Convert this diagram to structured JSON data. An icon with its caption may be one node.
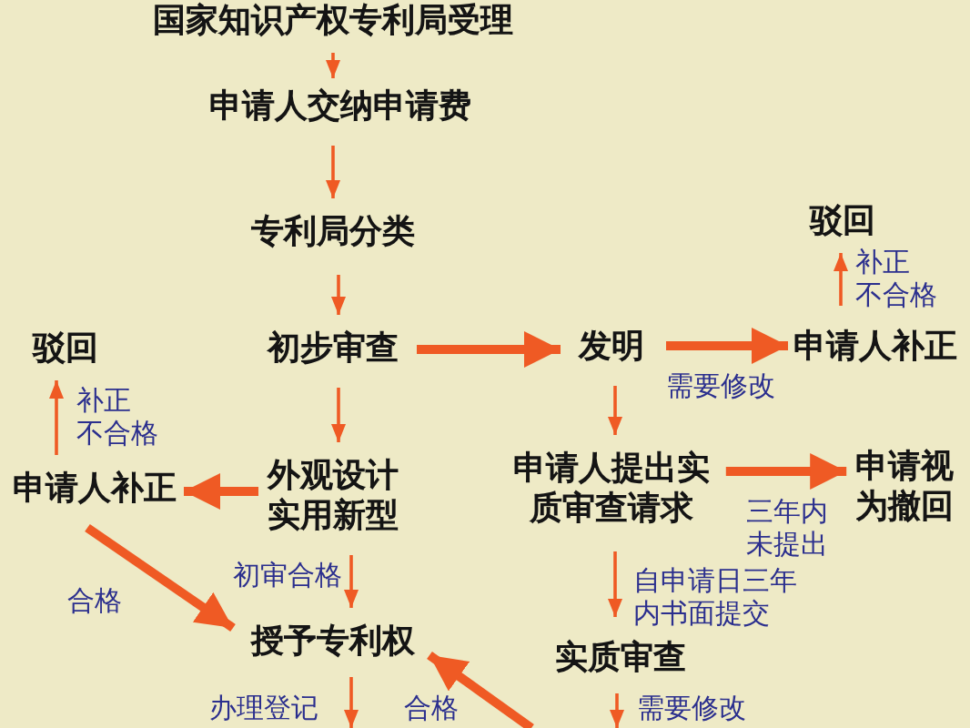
{
  "diagram": {
    "nodes": [
      {
        "text": [
          "国家知识产权专利局受理"
        ]
      },
      {
        "text": [
          "申请人交纳申请费"
        ]
      },
      {
        "text": [
          "专利局分类"
        ]
      },
      {
        "text": [
          "驳回"
        ]
      },
      {
        "text": [
          "驳回"
        ]
      },
      {
        "text": [
          "初步审查"
        ]
      },
      {
        "text": [
          "发明"
        ]
      },
      {
        "text": [
          "申请人补正"
        ]
      },
      {
        "text": [
          "申请人补正"
        ]
      },
      {
        "text": [
          "外观设计",
          "实用新型"
        ]
      },
      {
        "text": [
          "申请人提出实质审查请求"
        ]
      },
      {
        "text": [
          "申请视为撤回"
        ]
      },
      {
        "text": [
          "授予专利权"
        ]
      },
      {
        "text": [
          "实质审查"
        ]
      }
    ],
    "edges": [
      {
        "from": 0,
        "to": 1,
        "arrow": "to"
      },
      {
        "from": 1,
        "to": 2,
        "arrow": "to"
      },
      {
        "from": 2,
        "to": 5,
        "arrow": "to"
      },
      {
        "from": 5,
        "to": 6,
        "arrow": "to",
        "style": "thick"
      },
      {
        "from": 6,
        "to": 7,
        "arrow": "to",
        "style": "thick",
        "label": "需要修改"
      },
      {
        "from": 7,
        "to": 3,
        "arrow": "to",
        "label": "补正不合格"
      },
      {
        "from": 5,
        "to": 9,
        "arrow": "to"
      },
      {
        "from": 6,
        "to": 10,
        "arrow": "to"
      },
      {
        "from": 9,
        "to": 8,
        "arrow": "to",
        "style": "thick"
      },
      {
        "from": 8,
        "to": 4,
        "arrow": "to",
        "label": "补正不合格"
      },
      {
        "from": 10,
        "to": 11,
        "arrow": "to",
        "style": "thick",
        "label": "三年内未提出"
      },
      {
        "from": 10,
        "to": 13,
        "arrow": "to",
        "label": "自申请日三年内书面提交"
      },
      {
        "from": 9,
        "to": 12,
        "arrow": "to",
        "label": "初审合格"
      },
      {
        "from": 8,
        "to": 12,
        "arrow": "to",
        "style": "thick",
        "label": "合格"
      },
      {
        "from": null,
        "to": 12,
        "arrow": "to",
        "style": "thick",
        "label": "合格"
      },
      {
        "from": 12,
        "to": null,
        "arrow": "to",
        "label": "办理登记"
      },
      {
        "from": 13,
        "to": null,
        "arrow": "to",
        "label": "需要修改"
      }
    ]
  }
}
